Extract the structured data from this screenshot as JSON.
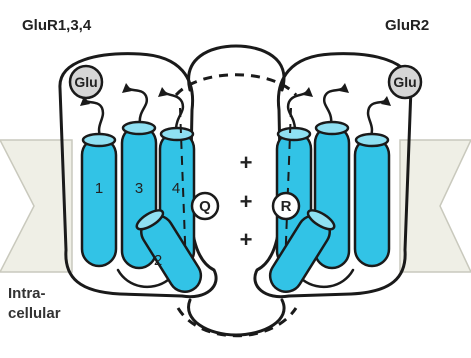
{
  "labels": {
    "left_title": "GluR1,3,4",
    "right_title": "GluR2",
    "left_glu": "Glu",
    "right_glu": "Glu",
    "helix_1": "1",
    "helix_3": "3",
    "helix_4": "4",
    "helix_2": "2",
    "residue_q": "Q",
    "residue_r": "R",
    "plus": "+",
    "intracellular_line1": "Intra-",
    "intracellular_line2": "cellular"
  },
  "colors": {
    "helix": "#32c3e6",
    "membrane": "#efefe6",
    "glu_ball": "#d6d6d6"
  },
  "icons": [
    "glu-ball-icon",
    "glutamate-arrow-icon"
  ]
}
